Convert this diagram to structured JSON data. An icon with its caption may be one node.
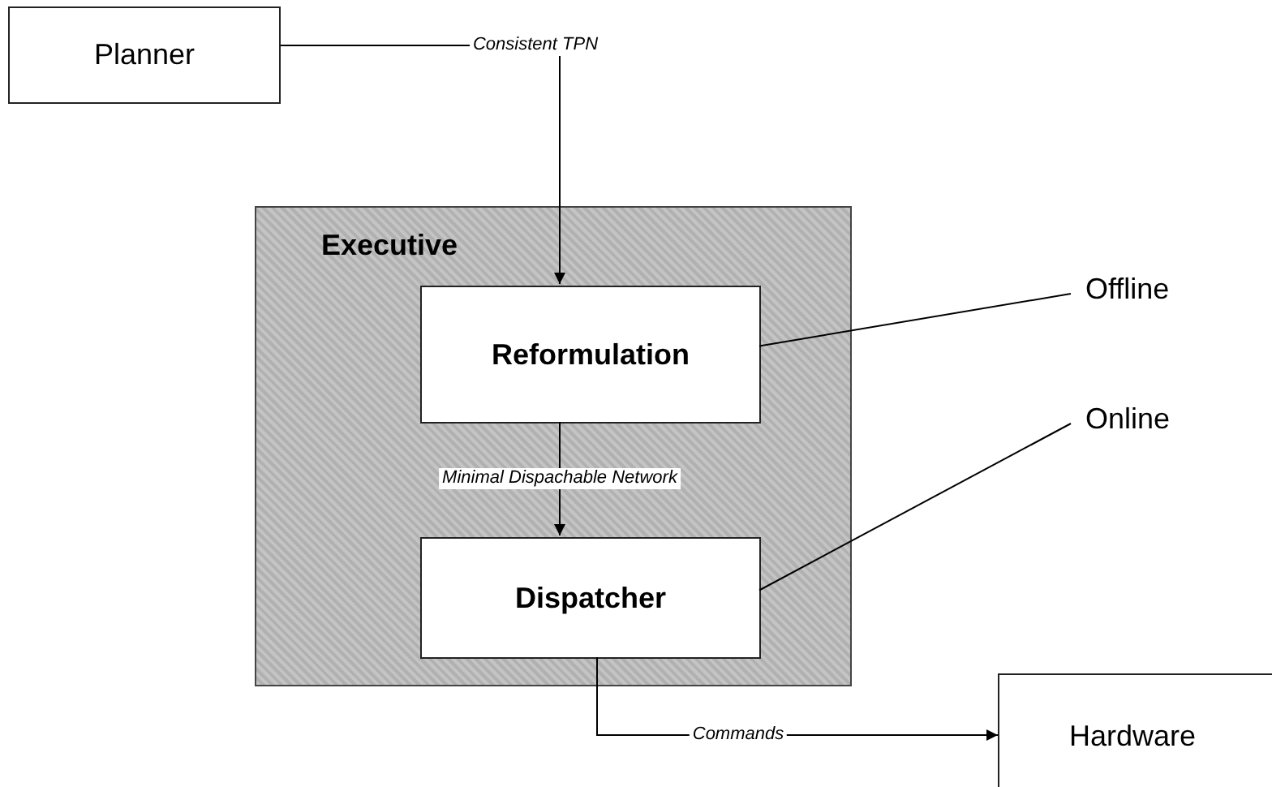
{
  "diagram": {
    "nodes": [
      {
        "text": [
          "Planner"
        ]
      },
      {
        "text": [
          "Executive"
        ]
      },
      {
        "text": [
          "Reformulation"
        ],
        "in": 1
      },
      {
        "text": [
          "Dispatcher"
        ],
        "in": 1
      },
      {
        "text": [
          "Hardware"
        ]
      },
      {
        "text": [
          "Offline"
        ]
      },
      {
        "text": [
          "Online"
        ]
      }
    ],
    "edges": [
      {
        "from": 0,
        "to": 2,
        "arrow": "to",
        "label": "Consistent TPN"
      },
      {
        "from": 2,
        "to": 3,
        "arrow": "to",
        "label": "Minimal Dispachable Network"
      },
      {
        "from": 3,
        "to": 4,
        "arrow": "to",
        "label": "Commands"
      },
      {
        "from": 5,
        "to": 2,
        "arrow": "none"
      },
      {
        "from": 6,
        "to": 3,
        "arrow": "none"
      }
    ]
  }
}
